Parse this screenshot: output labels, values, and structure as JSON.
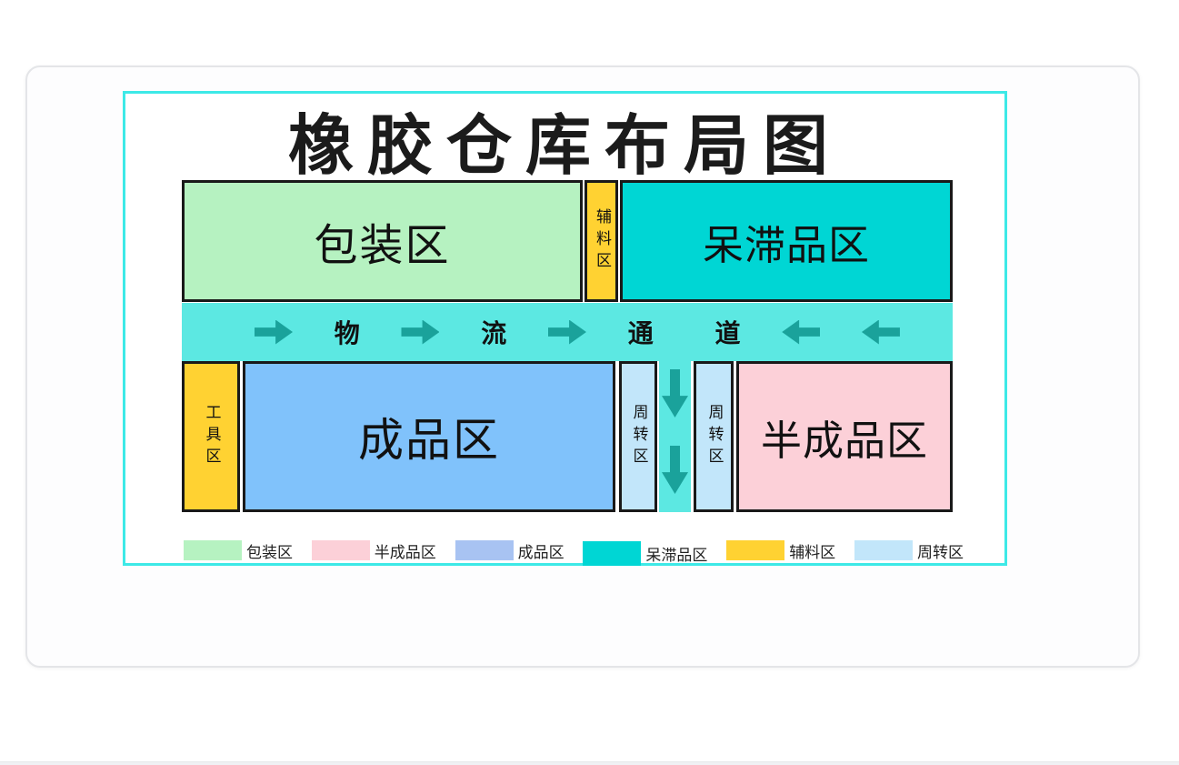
{
  "title": "橡胶仓库布局图",
  "colors": {
    "diagram_border": "#3de9e7",
    "zone_border": "#191919",
    "packing_green": "#b6f2c1",
    "auxiliary_yellow": "#ffd232",
    "stagnant_teal": "#00d6d4",
    "finished_blue": "#80c2fb",
    "turnover_lightblue": "#c2e6fa",
    "semi_pink": "#fcd0d8",
    "corridor_cyan": "#5ce8e2",
    "arrow_teal": "#1aa29b",
    "legend_finished_blue": "#a8c3f2"
  },
  "zones": {
    "packing": {
      "label": "包装区",
      "color": "#b6f2c1"
    },
    "auxiliary": {
      "label": "辅料区",
      "color": "#ffd232"
    },
    "stagnant": {
      "label": "呆滞品区",
      "color": "#00d6d4"
    },
    "tools": {
      "label": "工具区",
      "color": "#ffd232"
    },
    "finished": {
      "label": "成品区",
      "color": "#80c2fb"
    },
    "turnover_left": {
      "label": "周转区",
      "color": "#c2e6fa"
    },
    "turnover_right": {
      "label": "周转区",
      "color": "#c2e6fa"
    },
    "semi_finished": {
      "label": "半成品区",
      "color": "#fcd0d8"
    }
  },
  "corridor": {
    "label": "物流通道",
    "color": "#5ce8e2",
    "arrow_color": "#1aa29b",
    "items": [
      {
        "type": "arrow-right"
      },
      {
        "type": "char",
        "value": "物"
      },
      {
        "type": "arrow-right"
      },
      {
        "type": "char",
        "value": "流"
      },
      {
        "type": "arrow-right"
      },
      {
        "type": "char",
        "value": "通"
      },
      {
        "type": "char",
        "value": "道"
      },
      {
        "type": "arrow-left"
      },
      {
        "type": "arrow-left"
      }
    ]
  },
  "connector": {
    "color": "#5ce8e2",
    "arrow_color": "#1aa29b",
    "arrow_count": 2
  },
  "legend": [
    {
      "label": "包装区",
      "color": "#b6f2c1"
    },
    {
      "label": "半成品区",
      "color": "#fcd0d8"
    },
    {
      "label": "成品区",
      "color": "#a8c3f2"
    },
    {
      "label": "呆滞品区",
      "color": "#00d6d4",
      "tall": true
    },
    {
      "label": "辅料区",
      "color": "#ffd232"
    },
    {
      "label": "周转区",
      "color": "#c2e6fa"
    }
  ]
}
